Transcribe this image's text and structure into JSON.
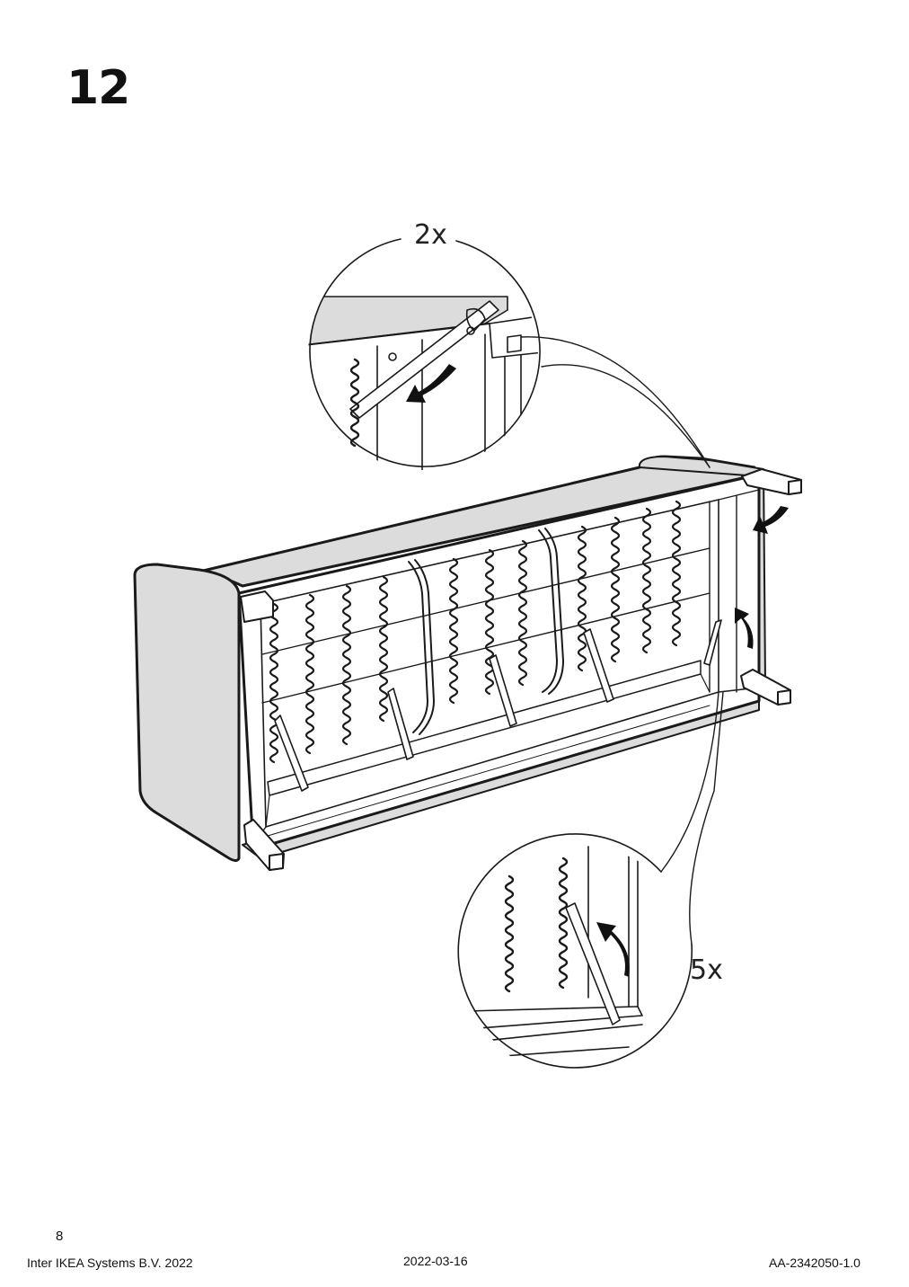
{
  "step": {
    "number": "12"
  },
  "callouts": {
    "top": {
      "quantity": "2x"
    },
    "bottom": {
      "quantity": "5x"
    }
  },
  "footer": {
    "page_number": "8",
    "company": "Inter IKEA Systems B.V. 2022",
    "date": "2022-03-16",
    "document_id": "AA-2342050-1.0"
  },
  "colors": {
    "upholstery": "#dcdcdc",
    "line": "#1a1a1a",
    "arrow": "#111111"
  },
  "icons": [
    "rotate-arrow-icon",
    "spring-icon",
    "leg-bracket-icon"
  ]
}
